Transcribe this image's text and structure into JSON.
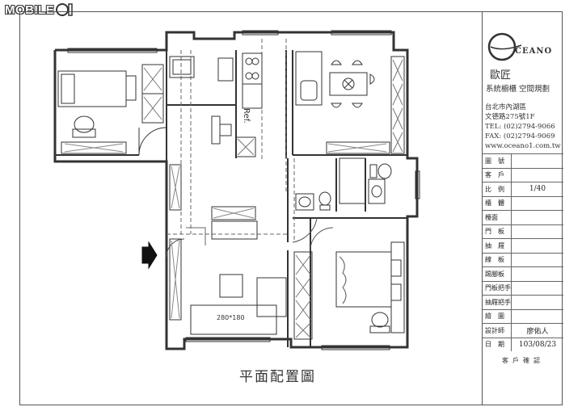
{
  "watermark": {
    "text": "MOBILE",
    "suffix": "01"
  },
  "plan": {
    "title": "平面配置圖",
    "fridge_label": "Ref.",
    "bed_size_label": "280*180"
  },
  "titleblock": {
    "logo_text": "CEANO",
    "company_name": "歐匠",
    "slogan": "系統櫥櫃 空間規劃",
    "address_line1": "台北市內湖區",
    "address_line2": "文德路275號1F",
    "tel": "TEL: (02)2794-9066",
    "fax": "FAX: (02)2794-9069",
    "website": "www.oceano1.com.tw",
    "rows": [
      {
        "label": "圖　號",
        "value": ""
      },
      {
        "label": "客　戶",
        "value": ""
      },
      {
        "label": "比　例",
        "value": "1/40"
      },
      {
        "label": "櫃　體",
        "value": ""
      },
      {
        "label": "檯面",
        "value": ""
      },
      {
        "label": "門　板",
        "value": ""
      },
      {
        "label": "抽　屜",
        "value": ""
      },
      {
        "label": "線　板",
        "value": ""
      },
      {
        "label": "踢腳板",
        "value": ""
      },
      {
        "label": "門板把手",
        "value": ""
      },
      {
        "label": "抽屜把手",
        "value": ""
      },
      {
        "label": "繪　圖",
        "value": ""
      },
      {
        "label": "設計師",
        "value": "廖佑人"
      },
      {
        "label": "日　期",
        "value": "103/08/23"
      }
    ],
    "approval_label": "客戶確認"
  },
  "colors": {
    "line": "#333333",
    "light": "#888888",
    "accent": "#1a1a1a"
  }
}
